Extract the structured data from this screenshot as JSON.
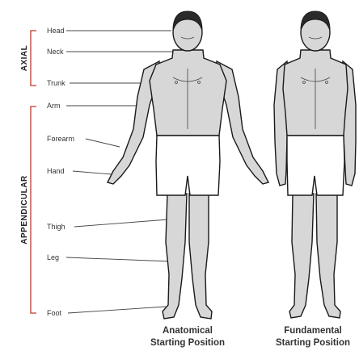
{
  "groups": {
    "axial": "AXIAL",
    "appendicular": "APPENDICULAR"
  },
  "labels": {
    "head": "Head",
    "neck": "Neck",
    "trunk": "Trunk",
    "arm": "Arm",
    "forearm": "Forearm",
    "hand": "Hand",
    "thigh": "Thigh",
    "leg": "Leg",
    "foot": "Foot"
  },
  "captions": {
    "anatomical_line1": "Anatomical",
    "anatomical_line2": "Starting Position",
    "fundamental_line1": "Fundamental",
    "fundamental_line2": "Starting Position"
  },
  "colors": {
    "bracket": "#c0392b",
    "skin_shade": "#d7d7d7",
    "outline": "#1a1a1a"
  }
}
